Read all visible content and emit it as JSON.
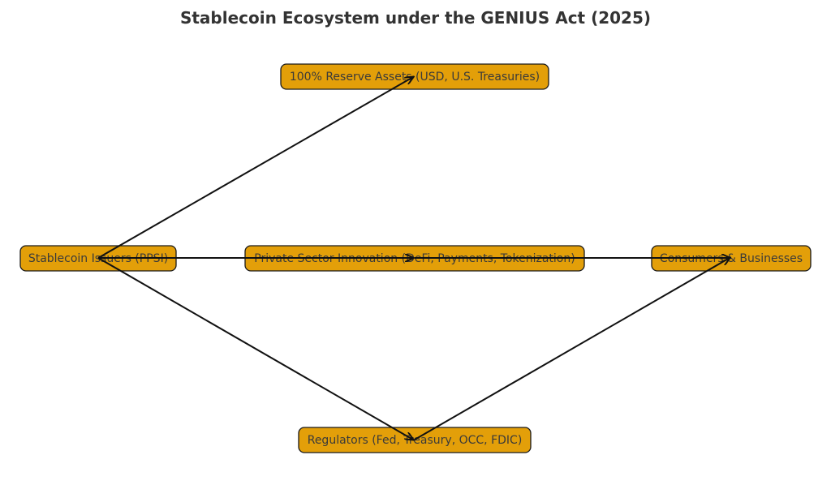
{
  "title": "Stablecoin Ecosystem under the GENIUS Act (2025)",
  "colors": {
    "node_fill": "#E39F09",
    "node_border": "#1a1a1a",
    "edge": "#111111",
    "text": "#3a3a3a",
    "title": "#333333"
  },
  "nodes": [
    {
      "id": "reserves",
      "label": "100% Reserve Assets (USD, U.S. Treasuries)"
    },
    {
      "id": "issuers",
      "label": "Stablecoin Issuers (PPSI)"
    },
    {
      "id": "innovation",
      "label": "Private Sector Innovation (DeFi, Payments, Tokenization)"
    },
    {
      "id": "consumers",
      "label": "Consumers & Businesses"
    },
    {
      "id": "regulators",
      "label": "Regulators (Fed, Treasury, OCC, FDIC)"
    }
  ],
  "edges": [
    {
      "from": "issuers",
      "to": "reserves"
    },
    {
      "from": "issuers",
      "to": "innovation"
    },
    {
      "from": "issuers",
      "to": "regulators"
    },
    {
      "from": "innovation",
      "to": "consumers"
    },
    {
      "from": "regulators",
      "to": "consumers"
    }
  ]
}
